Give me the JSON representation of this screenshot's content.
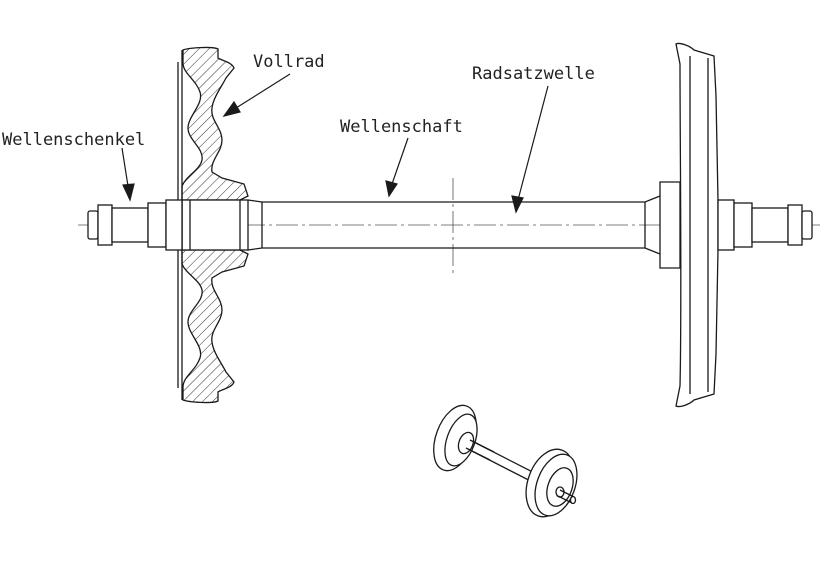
{
  "labels": {
    "vollrad": "Vollrad",
    "radsatzwelle": "Radsatzwelle",
    "wellenschaft": "Wellenschaft",
    "wellenschenkel": "Wellenschenkel"
  },
  "colors": {
    "line": "#1a1a1a",
    "centerline": "#555555",
    "hatch": "#333333"
  }
}
